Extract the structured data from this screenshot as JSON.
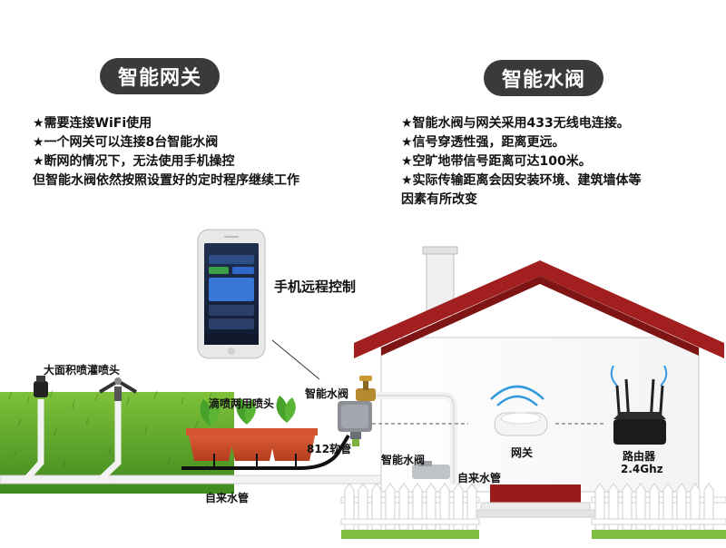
{
  "gateway": {
    "title": "智能网关",
    "bullets": [
      "★需要连接WiFi使用",
      "★一个网关可以连接8台智能水阀",
      "★断网的情况下，无法使用手机操控",
      "但智能水阀依然按照设置好的定时程序继续工作"
    ]
  },
  "valve": {
    "title": "智能水阀",
    "bullets": [
      "★智能水阀与网关采用433无线电连接。",
      "★信号穿透性强，距离更远。",
      "★空旷地带信号距离可达100米。",
      "★实际传输距离会因安装环境、建筑墙体等",
      "因素有所改变"
    ]
  },
  "labels": {
    "phone_control": "手机远程控制",
    "sprinkler": "大面积喷灌喷头",
    "drip": "滴喷两用喷头",
    "valve_top": "智能水阀",
    "hose": "812软管",
    "valve_bottom": "智能水阀",
    "tap_water_house": "自来水管",
    "gateway": "网关",
    "router_name": "路由器",
    "router_band": "2.4Ghz",
    "tap_water_ground": "自来水管"
  },
  "colors": {
    "roof": "#a11f1f",
    "grass": "#4f9b25",
    "pill": "#3a3a3a",
    "door": "#9b1b1b",
    "pipe": "#f2f2f2"
  }
}
